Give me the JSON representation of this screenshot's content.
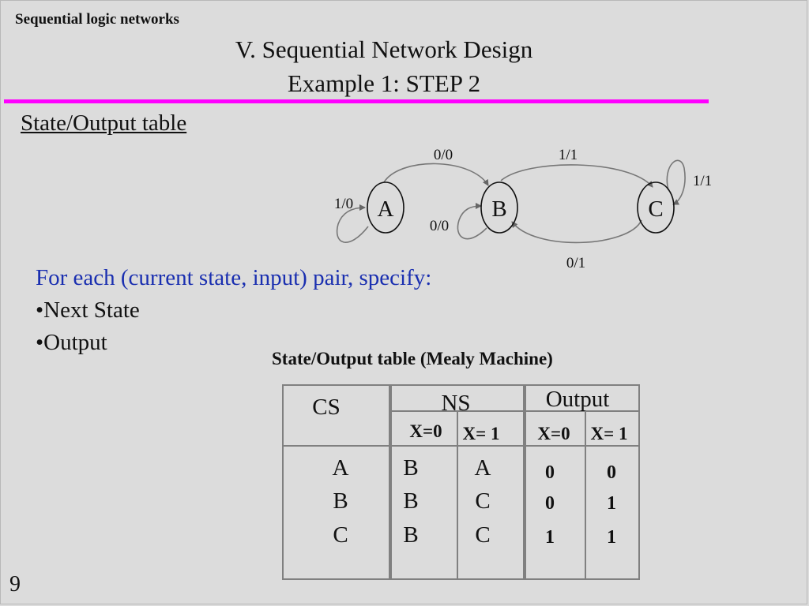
{
  "header": {
    "label": "Sequential logic networks",
    "title_line1": "V. Sequential Network Design",
    "title_line2": "Example 1: STEP 2"
  },
  "section_title": "State/Output table",
  "diagram": {
    "states": [
      "A",
      "B",
      "C"
    ],
    "transitions": {
      "a_to_b": "0/0",
      "b_to_c": "1/1",
      "c_self": "1/1",
      "a_self": "1/0",
      "b_self": "0/0",
      "c_to_b": "0/1"
    }
  },
  "instructions": {
    "lead": "For each (current state, input) pair, specify:",
    "bullet1": "•Next State",
    "bullet2": "•Output"
  },
  "table": {
    "caption": "State/Output table (Mealy Machine)",
    "head": {
      "cs": "CS",
      "ns": "NS",
      "output": "Output",
      "ns_x0": "X=0",
      "ns_x1": "X= 1",
      "out_x0": "X=0",
      "out_x1": "X= 1"
    },
    "rows": [
      {
        "cs": "A",
        "ns_x0": "B",
        "ns_x1": "A",
        "out_x0": "0",
        "out_x1": "0"
      },
      {
        "cs": "B",
        "ns_x0": "B",
        "ns_x1": "C",
        "out_x0": "0",
        "out_x1": "1"
      },
      {
        "cs": "C",
        "ns_x0": "B",
        "ns_x1": "C",
        "out_x0": "1",
        "out_x1": "1"
      }
    ]
  },
  "page_number": "9",
  "colors": {
    "background": "#dcdcdc",
    "rule": "#ff00ff",
    "instruction_blue": "#1a2fb0"
  }
}
